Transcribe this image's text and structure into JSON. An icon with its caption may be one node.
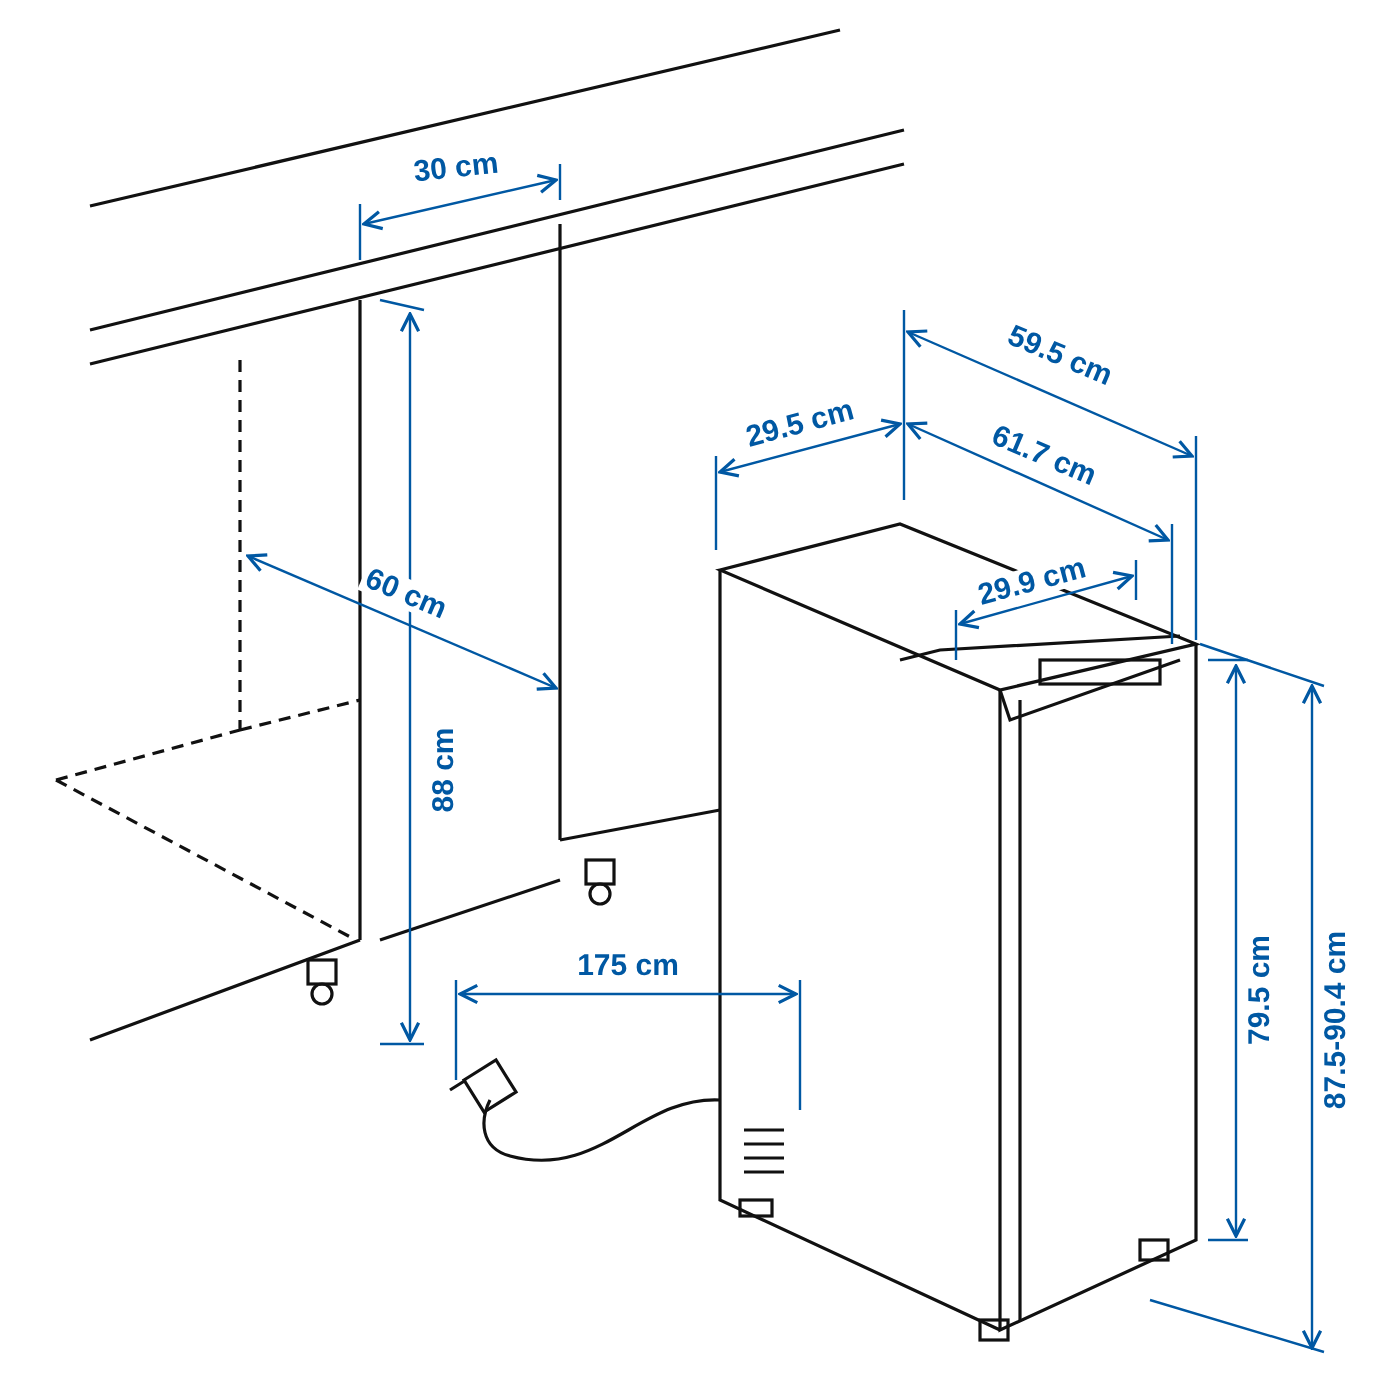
{
  "diagram": {
    "labels": [
      "30 cm",
      "59.5 cm",
      "29.5 cm",
      "61.7 cm",
      "29.9 cm",
      "60 cm",
      "88 cm",
      "79.5 cm",
      "87.5-90.4 cm",
      "175 cm"
    ]
  }
}
